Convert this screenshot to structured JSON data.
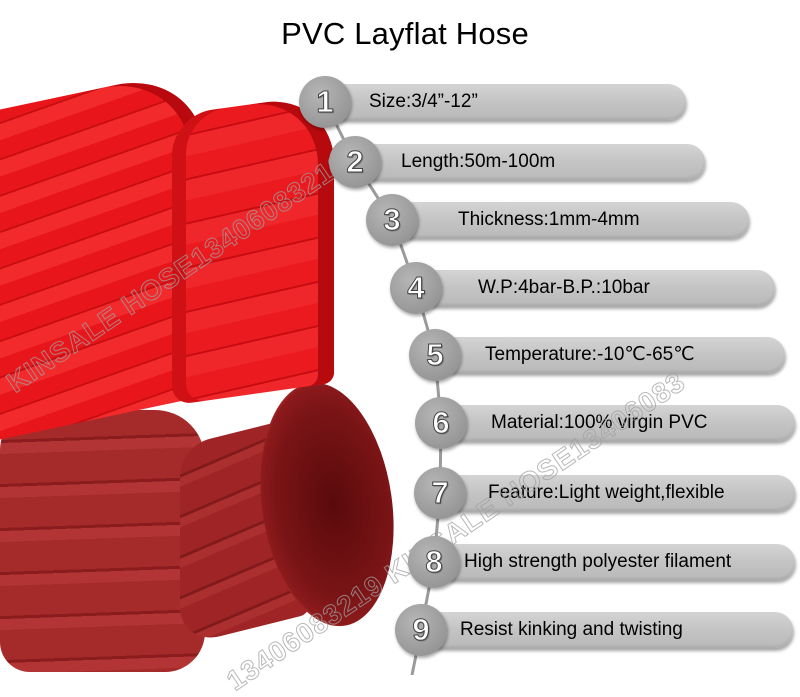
{
  "title": "PVC Layflat Hose",
  "watermark": {
    "text_upper": "KINSALE HOSE13406083219",
    "text_lower": "13406083219 KINSALE HOSE13406083"
  },
  "product_image": {
    "description": "Red PVC layflat hose rolls, bright red flat hoses on top and dark red round hoses below"
  },
  "colors": {
    "pill": "#c4c4c4",
    "circle": "#9e9e9e",
    "hose_bright_red": "#e8161a",
    "hose_dark_red": "#a52a2a"
  },
  "specs": [
    {
      "number": "1",
      "text": "Size:3/4”-12”"
    },
    {
      "number": "2",
      "text": "Length:50m-100m"
    },
    {
      "number": "3",
      "text": "Thickness:1mm-4mm"
    },
    {
      "number": "4",
      "text": "W.P:4bar-B.P.:10bar"
    },
    {
      "number": "5",
      "text": "Temperature:-10℃-65℃"
    },
    {
      "number": "6",
      "text": "Material:100% virgin PVC"
    },
    {
      "number": "7",
      "text": "Feature:Light weight,flexible"
    },
    {
      "number": "8",
      "text": "High strength polyester filament"
    },
    {
      "number": "9",
      "text": "Resist kinking and twisting"
    }
  ]
}
